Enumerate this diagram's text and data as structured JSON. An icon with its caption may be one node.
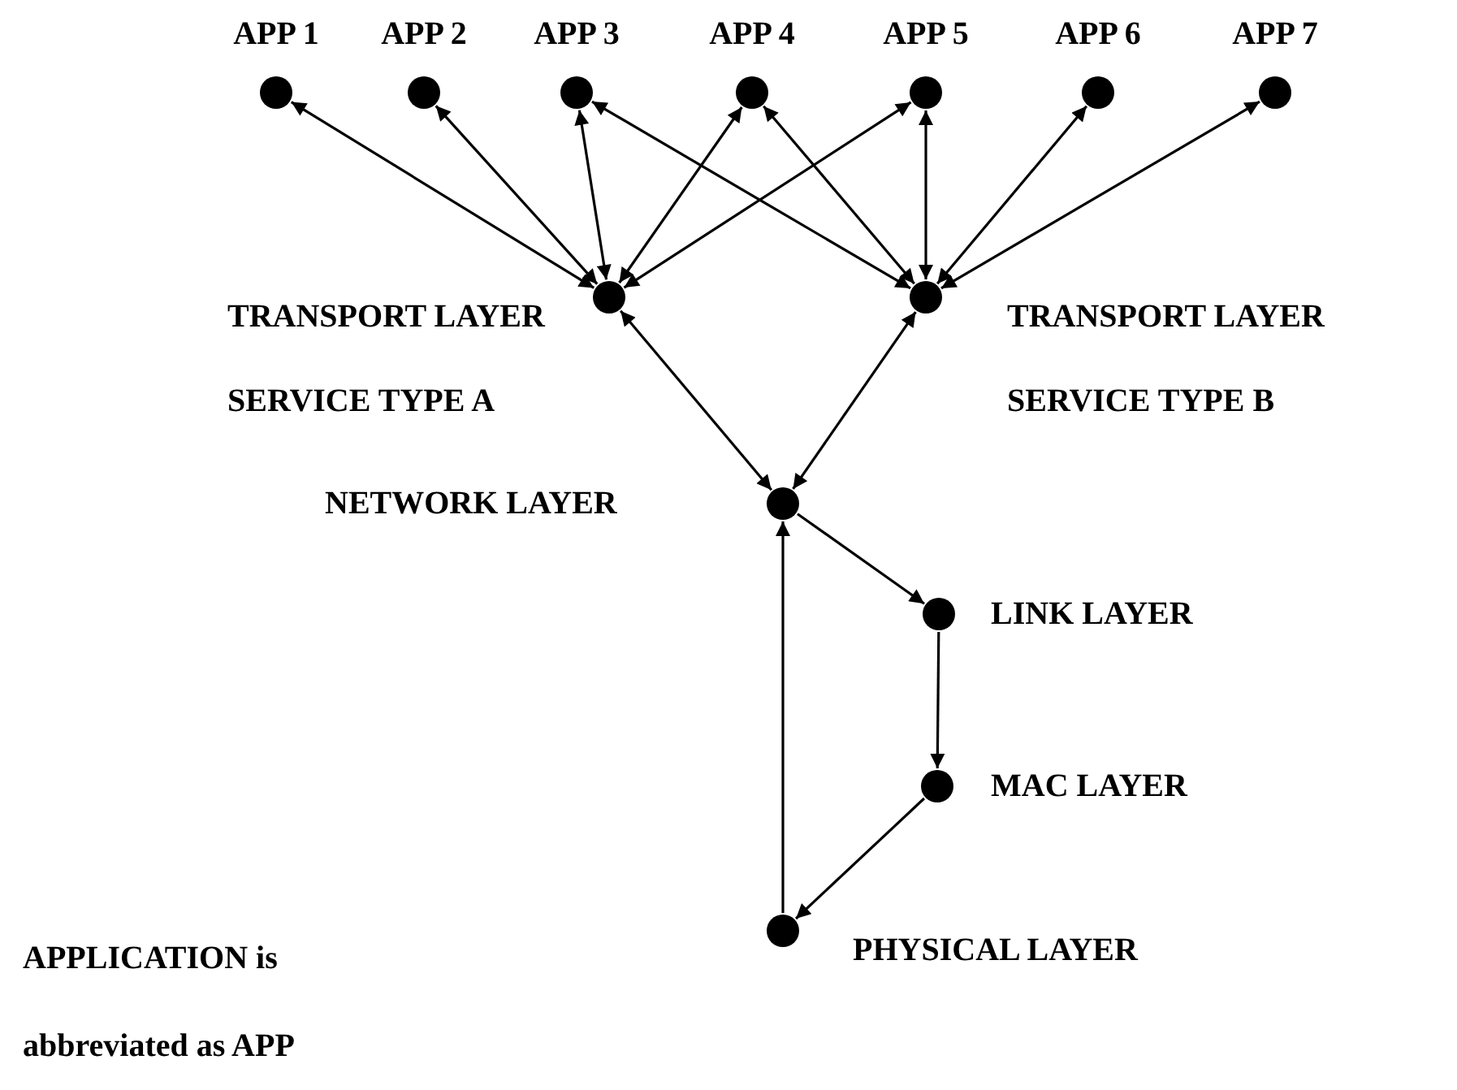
{
  "diagram": {
    "nodes": [
      {
        "text": [
          "APP 1"
        ]
      },
      {
        "text": [
          "APP 2"
        ]
      },
      {
        "text": [
          "APP 3"
        ]
      },
      {
        "text": [
          "APP 4"
        ]
      },
      {
        "text": [
          "APP 5"
        ]
      },
      {
        "text": [
          "APP 6"
        ]
      },
      {
        "text": [
          "APP 7"
        ]
      },
      {
        "text": [
          "TRANSPORT LAYER SERVICE TYPE A"
        ]
      },
      {
        "text": [
          "TRANSPORT LAYER SERVICE TYPE B"
        ]
      },
      {
        "text": [
          "NETWORK LAYER"
        ]
      },
      {
        "text": [
          "LINK LAYER"
        ]
      },
      {
        "text": [
          "MAC LAYER"
        ]
      },
      {
        "text": [
          "PHYSICAL LAYER"
        ]
      }
    ],
    "edges": [
      {
        "from": 7,
        "to": 0,
        "arrow": "both"
      },
      {
        "from": 7,
        "to": 1,
        "arrow": "both"
      },
      {
        "from": 7,
        "to": 2,
        "arrow": "both"
      },
      {
        "from": 7,
        "to": 3,
        "arrow": "both"
      },
      {
        "from": 7,
        "to": 4,
        "arrow": "both"
      },
      {
        "from": 8,
        "to": 2,
        "arrow": "both"
      },
      {
        "from": 8,
        "to": 3,
        "arrow": "both"
      },
      {
        "from": 8,
        "to": 4,
        "arrow": "both"
      },
      {
        "from": 8,
        "to": 5,
        "arrow": "both"
      },
      {
        "from": 8,
        "to": 6,
        "arrow": "both"
      },
      {
        "from": 7,
        "to": 9,
        "arrow": "both"
      },
      {
        "from": 8,
        "to": 9,
        "arrow": "both"
      },
      {
        "from": 9,
        "to": 10,
        "arrow": "to"
      },
      {
        "from": 10,
        "to": 11,
        "arrow": "to"
      },
      {
        "from": 11,
        "to": 12,
        "arrow": "to"
      },
      {
        "from": 12,
        "to": 9,
        "arrow": "to"
      }
    ],
    "labels": [
      "APPLICATION is abbreviated as APP"
    ]
  }
}
